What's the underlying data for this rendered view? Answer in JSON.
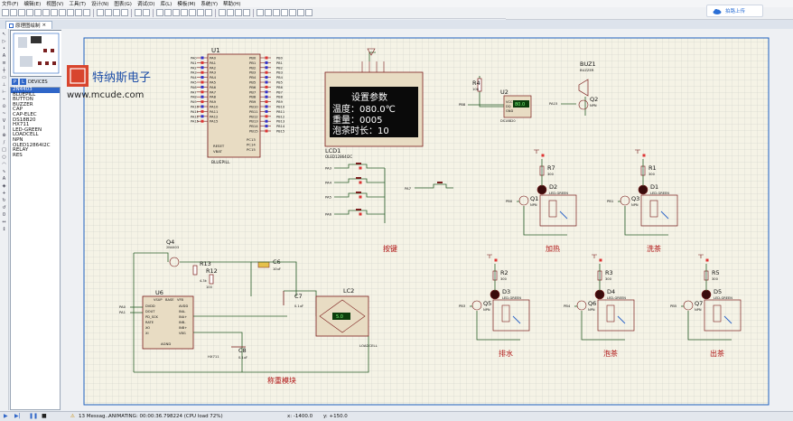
{
  "menu": [
    "文件(F)",
    "编辑(E)",
    "视图(V)",
    "工具(T)",
    "设计(N)",
    "图表(G)",
    "调试(D)",
    "库(L)",
    "模板(M)",
    "系统(Y)",
    "帮助(H)"
  ],
  "cloud_button": "拍路上传",
  "tab_label": "原理图绘制",
  "devices_panel": {
    "p_label": "P",
    "l_label": "L",
    "title": "DEVICES",
    "items": [
      "2N4403",
      "BLUEPILL",
      "BUTTON",
      "BUZZER",
      "CAP",
      "CAP-ELEC",
      "DS18B20",
      "HX711",
      "LED-GREEN",
      "LOADCELL",
      "NPN",
      "OLED12864I2C",
      "RELAY",
      "RES"
    ],
    "selected_index": 0
  },
  "watermark": {
    "brand": "特纳斯电子",
    "url": "www.mcude.com"
  },
  "lcd": {
    "title_line": "设置参数",
    "line1": "温度：080.0℃",
    "line2": "重量：0005",
    "line3": "泡茶时长：10",
    "ref": "LCD1",
    "part": "OLED12864I2C"
  },
  "mcu": {
    "ref": "U1",
    "part": "BLUEPILL",
    "left_pins": [
      "PA0",
      "PA1",
      "PA2",
      "PA3",
      "PA4",
      "PA5",
      "PA6",
      "PA7",
      "PA8",
      "PA9",
      "PA10",
      "PA11",
      "PA12",
      "PA15"
    ],
    "right_pins": [
      "PB0",
      "PB1",
      "PB2",
      "PB3",
      "PB4",
      "PB5",
      "PB6",
      "PB7",
      "PB8",
      "PB9",
      "PB10",
      "PB11",
      "PB12",
      "PB13",
      "PB14",
      "PB15"
    ],
    "left_extra": [
      "RESET",
      "VBAT"
    ],
    "right_extra": [
      "PC13",
      "PC14",
      "PC15"
    ]
  },
  "components": {
    "r4": {
      "ref": "R4",
      "val": "10k"
    },
    "u2": {
      "ref": "U2",
      "part": "DS18B20",
      "pins": [
        "VCC",
        "DQ",
        "GND"
      ],
      "readout": "80.0"
    },
    "buz": {
      "ref": "BUZ1",
      "part": "BUZZER"
    },
    "q2": {
      "ref": "Q2",
      "part": "NPN",
      "net": "PA15"
    },
    "pb8": "PB8",
    "pa7": "PA7",
    "buttons": [
      "PA3",
      "PA4",
      "PA5",
      "PA6"
    ],
    "q4": {
      "ref": "Q4",
      "part": "2N4403"
    },
    "r13": {
      "ref": "R13",
      "val": "4.3k"
    },
    "r12": {
      "ref": "R12",
      "val": "100"
    },
    "c6": {
      "ref": "C6",
      "val": "10uF"
    },
    "c7": {
      "ref": "C7",
      "val": "0.1uF"
    },
    "c8": {
      "ref": "C8",
      "val": "0.1uF"
    },
    "u6": {
      "ref": "U6",
      "left_pins": [
        "DVDD",
        "DOUT",
        "PD_SCK",
        "RATE",
        "XO",
        "XI"
      ],
      "right_pins": [
        "AVDD",
        "INA-",
        "INA+",
        "INB-",
        "INB+",
        "VBG"
      ],
      "top_pins": [
        "VSUP",
        "BASE",
        "VFB"
      ],
      "bottom": "AGND",
      "nets": [
        "PA0",
        "PA1"
      ],
      "hx": "HX711"
    },
    "lc2": {
      "ref": "LC2",
      "part": "LOADCELL",
      "readout": "5.0"
    },
    "relays": [
      {
        "label": "加热",
        "r": "R7",
        "d": "D2",
        "q": "Q1",
        "net": "PB0"
      },
      {
        "label": "洗茶",
        "r": "R1",
        "d": "D1",
        "q": "Q3",
        "net": "PB1"
      },
      {
        "label": "排水",
        "r": "R2",
        "d": "D3",
        "q": "Q5",
        "net": "PB3"
      },
      {
        "label": "泡茶",
        "r": "R3",
        "d": "D4",
        "q": "Q6",
        "net": "PB4"
      },
      {
        "label": "出茶",
        "r": "R5",
        "d": "D5",
        "q": "Q7",
        "net": "PB5"
      }
    ],
    "relay_r_val": "300",
    "led_part": "LED-GREEN",
    "npn": "NPN"
  },
  "annotations": {
    "buttons": "按键",
    "weighing": "称重模块"
  },
  "status": {
    "messages": "13 Messag...",
    "animating": "ANIMATING: 00:00:36.798224 (CPU load 72%)",
    "x": "x:  -1400.0",
    "y": "y:  +150.0"
  }
}
